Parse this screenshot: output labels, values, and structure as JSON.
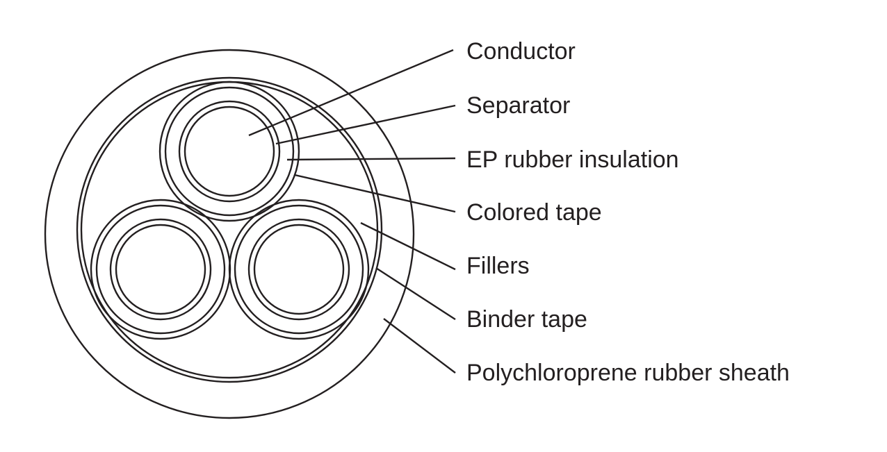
{
  "labels": {
    "conductor": "Conductor",
    "separator": "Separator",
    "ep_insulation": "EP rubber insulation",
    "colored_tape": "Colored tape",
    "fillers": "Fillers",
    "binder_tape": "Binder tape",
    "sheath": "Polychloroprene rubber sheath"
  },
  "colors": {
    "line": "#231f20",
    "background": "#ffffff"
  }
}
